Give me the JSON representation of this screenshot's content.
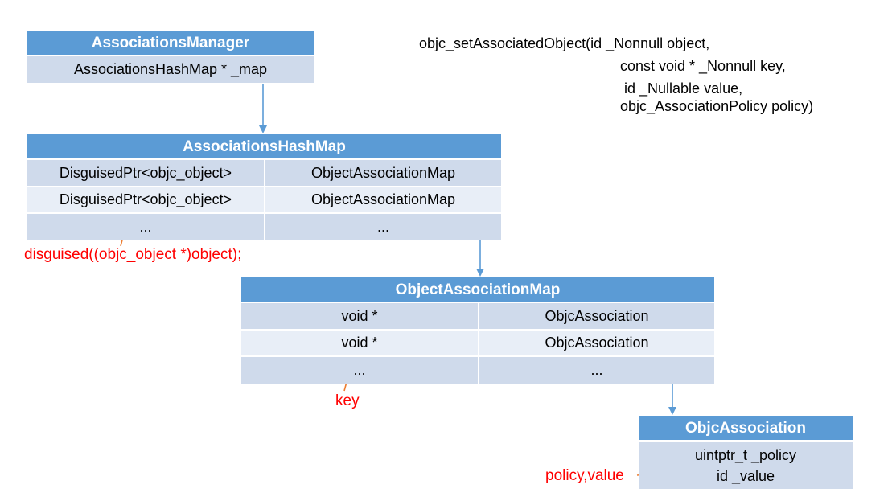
{
  "associations_manager": {
    "title": "AssociationsManager",
    "field": "AssociationsHashMap * _map"
  },
  "associations_hash_map": {
    "title": "AssociationsHashMap",
    "rows": [
      [
        "DisguisedPtr<objc_object>",
        "ObjectAssociationMap"
      ],
      [
        "DisguisedPtr<objc_object>",
        "ObjectAssociationMap"
      ],
      [
        "...",
        "..."
      ]
    ]
  },
  "object_association_map": {
    "title": "ObjectAssociationMap",
    "rows": [
      [
        "void *",
        "ObjcAssociation"
      ],
      [
        "void *",
        "ObjcAssociation"
      ],
      [
        "...",
        "..."
      ]
    ]
  },
  "objc_association": {
    "title": "ObjcAssociation",
    "fields": [
      "uintptr_t _policy",
      "id _value"
    ]
  },
  "signature": {
    "line1": "objc_setAssociatedObject(id _Nonnull object,",
    "line2": "const void * _Nonnull key,",
    "line3": " id _Nullable value,",
    "line4": "objc_AssociationPolicy policy)"
  },
  "annotations": {
    "disguised": "disguised((objc_object *)object);",
    "key": "key",
    "policy_value": "policy,value"
  },
  "colors": {
    "header_blue": "#5b9bd5",
    "row_dark": "#cfdaeb",
    "row_light": "#e8eef7",
    "connector": "#5b9bd5",
    "annotation_arrow": "#ed7d31",
    "annotation_text": "#ff0000"
  }
}
